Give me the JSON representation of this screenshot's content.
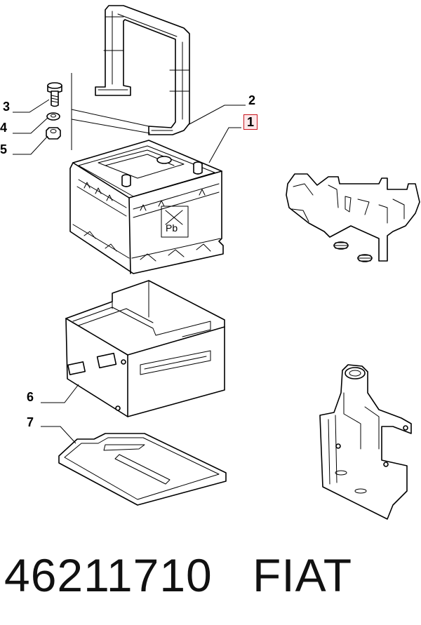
{
  "callouts": {
    "c1": "1",
    "c2": "2",
    "c3": "3",
    "c4": "4",
    "c5": "5",
    "c6": "6",
    "c7": "7"
  },
  "battery_marking": "Pb",
  "footer": {
    "part_number": "46211710",
    "brand": "FIAT"
  },
  "colors": {
    "highlight_border": "#c9141c",
    "highlight_fill": "#fde8ea",
    "line": "#000000"
  }
}
